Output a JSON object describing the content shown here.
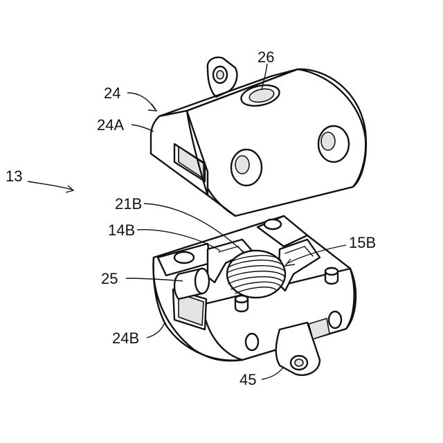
{
  "labels": {
    "assembly": "13",
    "top_housing": "24",
    "top_half": "24A",
    "bottom_half": "24B",
    "top_hole": "26",
    "spring": "21B",
    "left_spring_seat": "14B",
    "right_spring_seat": "15B",
    "side_pin": "25",
    "bottom_lug": "45"
  }
}
